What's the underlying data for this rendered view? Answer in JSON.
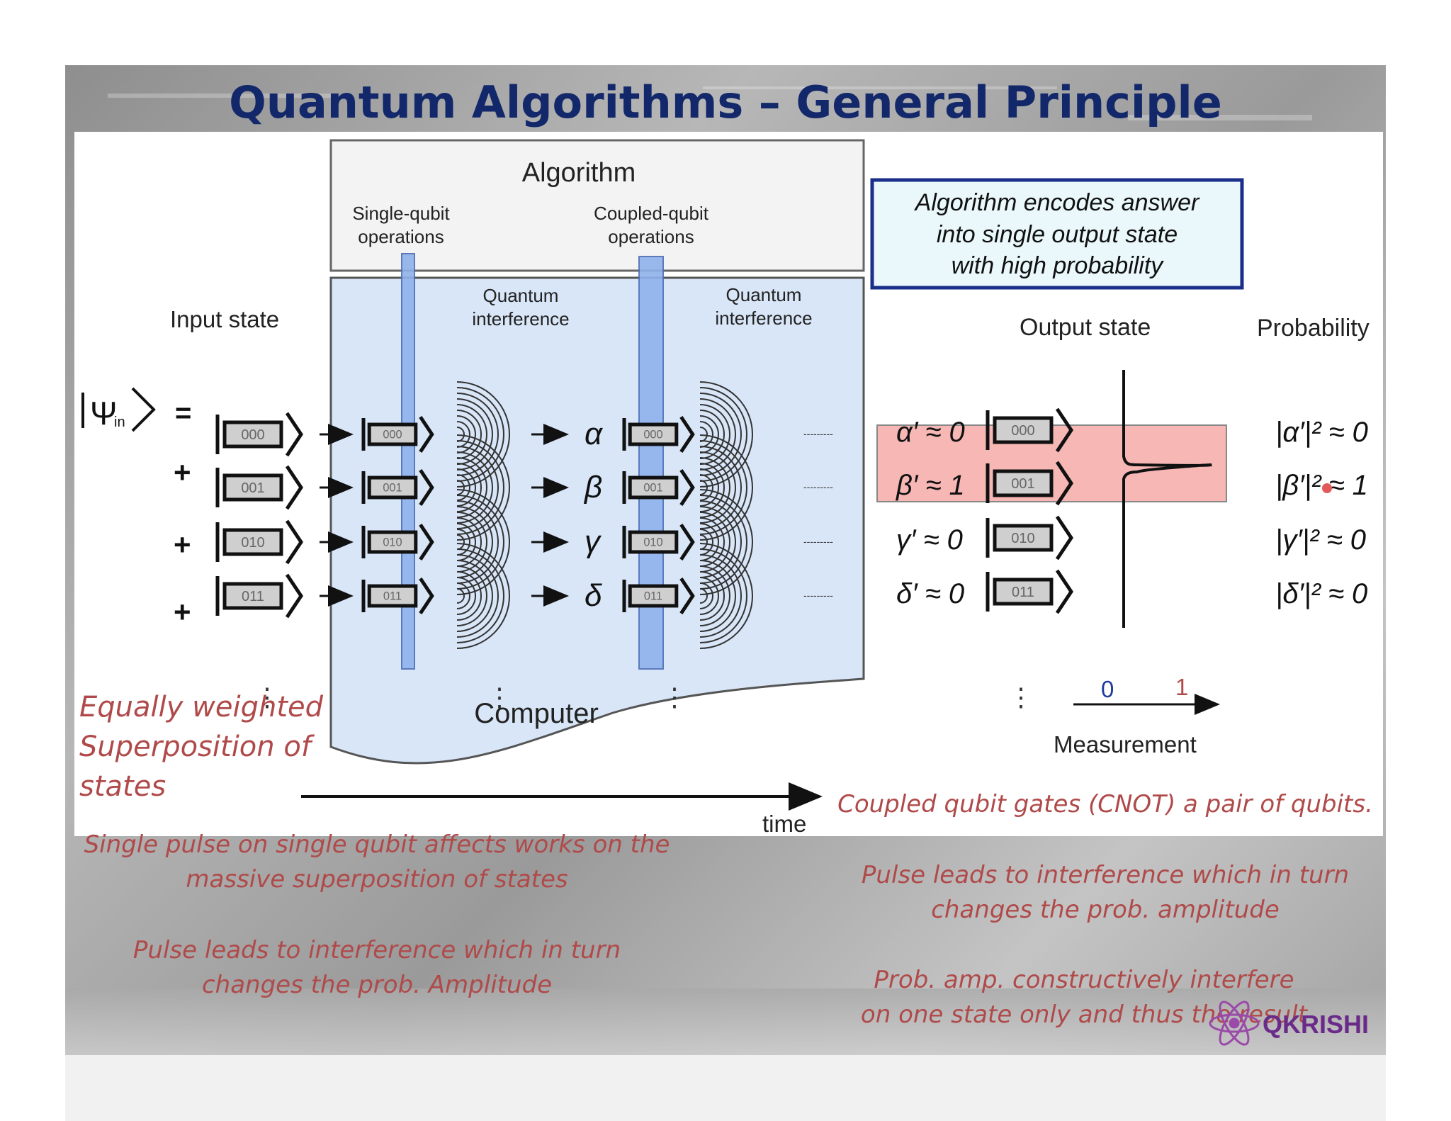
{
  "slide": {
    "title": "Quantum Algorithms – General Principle"
  },
  "diagram": {
    "algorithm_label": "Algorithm",
    "single_qubit_label_1": "Single-qubit",
    "single_qubit_label_2": "operations",
    "coupled_qubit_label_1": "Coupled-qubit",
    "coupled_qubit_label_2": "operations",
    "interference_label_1": "Quantum",
    "interference_label_2": "interference",
    "computer_label": "Computer",
    "callout_line_1": "Algorithm encodes answer",
    "callout_line_2": "into single output state",
    "callout_line_3": "with high probability",
    "input_state_label": "Input state",
    "output_state_label": "Output state",
    "probability_label": "Probability",
    "psi_symbol": "Ψ",
    "psi_subscript": "in",
    "equals": "=",
    "plus": "+",
    "states": [
      "000",
      "001",
      "010",
      "011"
    ],
    "amplitudes": [
      "α",
      "β",
      "γ",
      "δ"
    ],
    "output_amplitudes": [
      "α′ ≈ 0",
      "β′ ≈ 1",
      "γ′ ≈ 0",
      "δ′ ≈ 0"
    ],
    "probabilities": [
      "|α′|² ≈ 0",
      "|β′|² ≈ 1",
      "|γ′|² ≈ 0",
      "|δ′|² ≈ 0"
    ],
    "measurement_label": "Measurement",
    "measurement_tick_0": "0",
    "measurement_tick_1": "1",
    "time_label": "time",
    "ellipsis": "⋮",
    "dash_trail": "---------",
    "highlight_color": "#f6b7b5",
    "computer_fill": "#d8e6f8",
    "callout_fill": "#eaf8fc",
    "callout_border": "#1a2f8a"
  },
  "notes": {
    "equally_weighted": [
      "Equally weighted",
      "Superposition of",
      "states"
    ],
    "coupled_gates": "Coupled qubit gates  (CNOT) a pair of qubits.",
    "single_pulse_1": "Single pulse on single qubit affects works on the",
    "single_pulse_2": "massive superposition of states",
    "pulse_left_1": "Pulse leads to interference which in turn",
    "pulse_left_2": "changes the prob. Amplitude",
    "pulse_right_1": "Pulse leads to interference which in turn",
    "pulse_right_2": "changes the prob. amplitude",
    "prob_amp_1": "Prob. amp. constructively interfere",
    "prob_amp_2": "on one state only and thus the result"
  },
  "logo": {
    "text": "QKRISHI",
    "icon": "atom-icon"
  }
}
